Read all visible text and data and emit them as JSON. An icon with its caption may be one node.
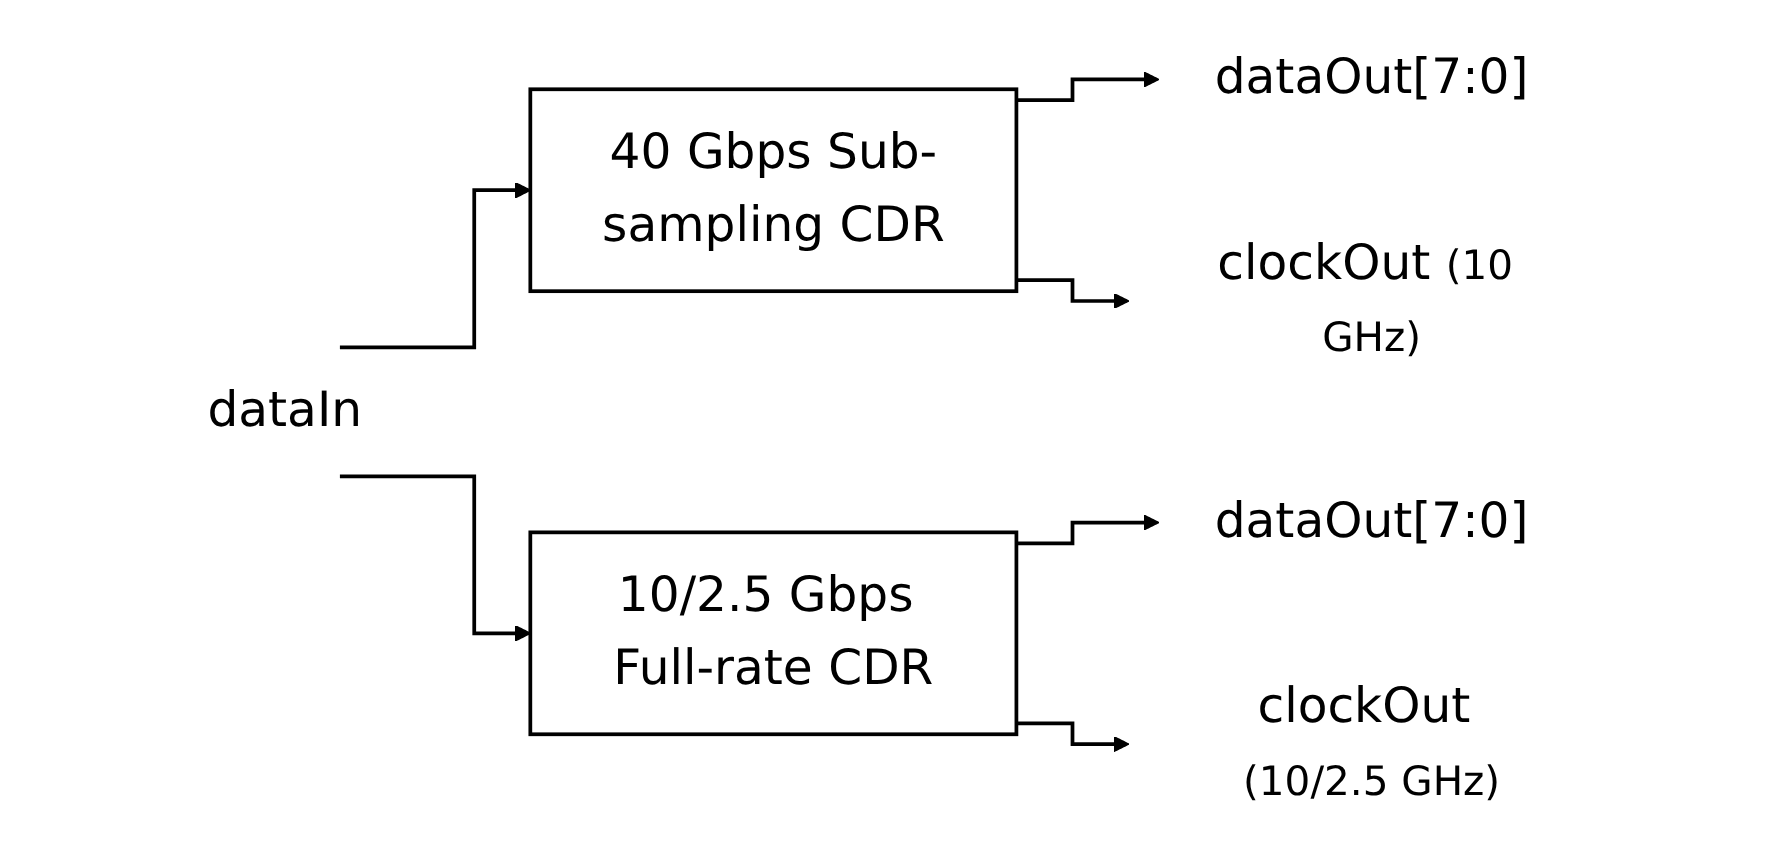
{
  "diagram": {
    "nodes": [
      {
        "text": [
          "dataIn"
        ]
      },
      {
        "text": [
          "40 Gbps Sub-sampling CDR"
        ]
      },
      {
        "text": [
          "10/2.5 Gbps Full-rate CDR"
        ]
      },
      {
        "text": [
          "dataOut[7:0]"
        ]
      },
      {
        "text": [
          "clockOut"
        ],
        "beside": [
          "(10 GHz)"
        ]
      },
      {
        "text": [
          "dataOut[7:0]"
        ]
      },
      {
        "text": [
          "clockOut"
        ],
        "beside": [
          "(10/2.5 GHz)"
        ]
      }
    ],
    "edges": [
      {
        "from": 0,
        "to": 1,
        "arrow": "to"
      },
      {
        "from": 0,
        "to": 2,
        "arrow": "to"
      },
      {
        "from": 1,
        "to": 3,
        "arrow": "to"
      },
      {
        "from": 1,
        "to": 4,
        "arrow": "to"
      },
      {
        "from": 2,
        "to": 5,
        "arrow": "to"
      },
      {
        "from": 2,
        "to": 6,
        "arrow": "to"
      }
    ]
  }
}
